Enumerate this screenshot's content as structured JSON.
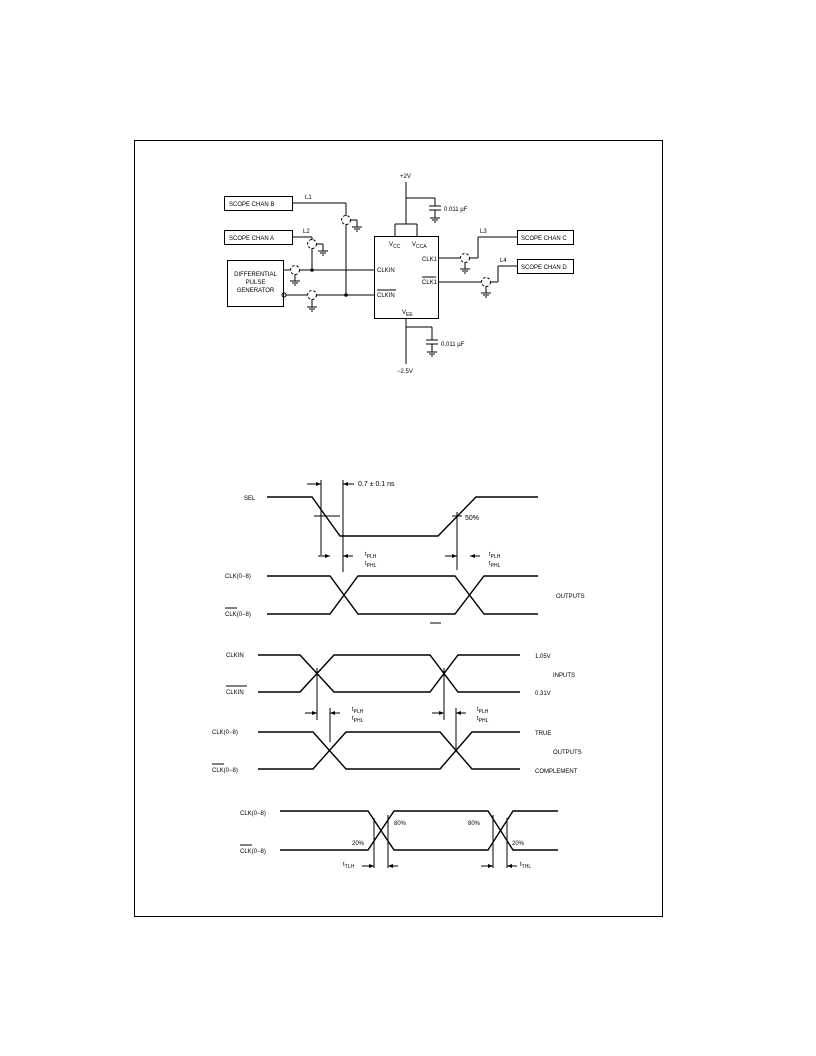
{
  "test_circuit": {
    "supply_top": "+2V",
    "supply_bottom": "−2.5V",
    "cap_top": "0.011 μF",
    "cap_bottom": "0.011 μF",
    "boxes": {
      "scope_b": "SCOPE CHAN B",
      "scope_a": "SCOPE CHAN A",
      "scope_c": "SCOPE CHAN C",
      "scope_d": "SCOPE CHAN D",
      "gen_line1": "DIFFERENTIAL",
      "gen_line2": "PULSE",
      "gen_line3": "GENERATOR"
    },
    "lines": {
      "l1": "L1",
      "l2": "L2",
      "l3": "L3",
      "l4": "L4"
    },
    "chip": {
      "vcc_main": "V",
      "vcc_sub": "CC",
      "vcca_main": "V",
      "vcca_sub": "CCA",
      "vee_main": "V",
      "vee_sub": "EE",
      "clkin": "CLKIN",
      "clkin_bar": "CLKIN",
      "clk1": "CLK1",
      "clk1_bar": "CLK1"
    }
  },
  "timing_sel": {
    "sel": "SEL",
    "skew": "0.7 ± 0.1 ns",
    "pct50": "50%",
    "t_main": "t",
    "plh_sub": "PLH",
    "phl_sub": "PHL",
    "clk": "CLK(0−8)",
    "clk_bar": "CLK(0−8)",
    "outputs": "OUTPUTS"
  },
  "timing_in": {
    "clkin": "CLKIN",
    "clkin_bar": "CLKIN",
    "v_high": "1.05V",
    "v_low": "0.31V",
    "inputs": "INPUTS",
    "clk": "CLK(0−8)",
    "clk_bar": "CLK(0−8)",
    "true_lbl": "TRUE",
    "outputs": "OUTPUTS",
    "complement": "COMPLEMENT",
    "t_main": "t",
    "plh_sub": "PLH",
    "phl_sub": "PHL"
  },
  "timing_edge": {
    "clk": "CLK(0−8)",
    "clk_bar": "CLK(0−8)",
    "pct80": "80%",
    "pct20": "20%",
    "t_main": "t",
    "tlh_sub": "TLH",
    "thl_sub": "THL"
  }
}
